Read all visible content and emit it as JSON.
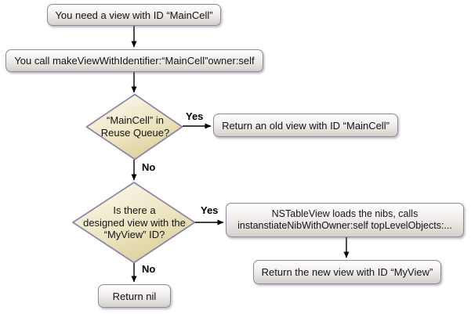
{
  "diagram": {
    "nodes": {
      "need": {
        "text": "You need a view with ID “MainCell”"
      },
      "call": {
        "text": "You call makeViewWithIdentifier:“MainCell”owner:self"
      },
      "reuse_decision": {
        "lines": [
          "“MainCell” in",
          "Reuse Queue?"
        ]
      },
      "return_old": {
        "text": "Return an old view with ID “MainCell”"
      },
      "designed_decision": {
        "lines": [
          "Is there a",
          "designed view with the",
          "“MyView” ID?"
        ]
      },
      "loads_nibs": {
        "lines": [
          "NSTableView loads the nibs, calls",
          "instanstiateNibWithOwner:self topLevelObjects:..."
        ]
      },
      "return_new": {
        "text": "Return the new view with ID “MyView”"
      },
      "return_nil": {
        "text": "Return nil"
      }
    },
    "edge_labels": {
      "reuse_yes": "Yes",
      "reuse_no": "No",
      "designed_yes": "Yes",
      "designed_no": "No"
    },
    "colors": {
      "background": "#ffffff",
      "box_gradient_top": "#ffffff",
      "box_gradient_bottom": "#d4cfca",
      "box_border": "#8d8999",
      "diamond_gradient_top": "#fbf9ec",
      "diamond_gradient_bottom": "#d8ce92",
      "diamond_border": "#8c84a6",
      "arrow": "#000000",
      "text": "#141414"
    }
  }
}
